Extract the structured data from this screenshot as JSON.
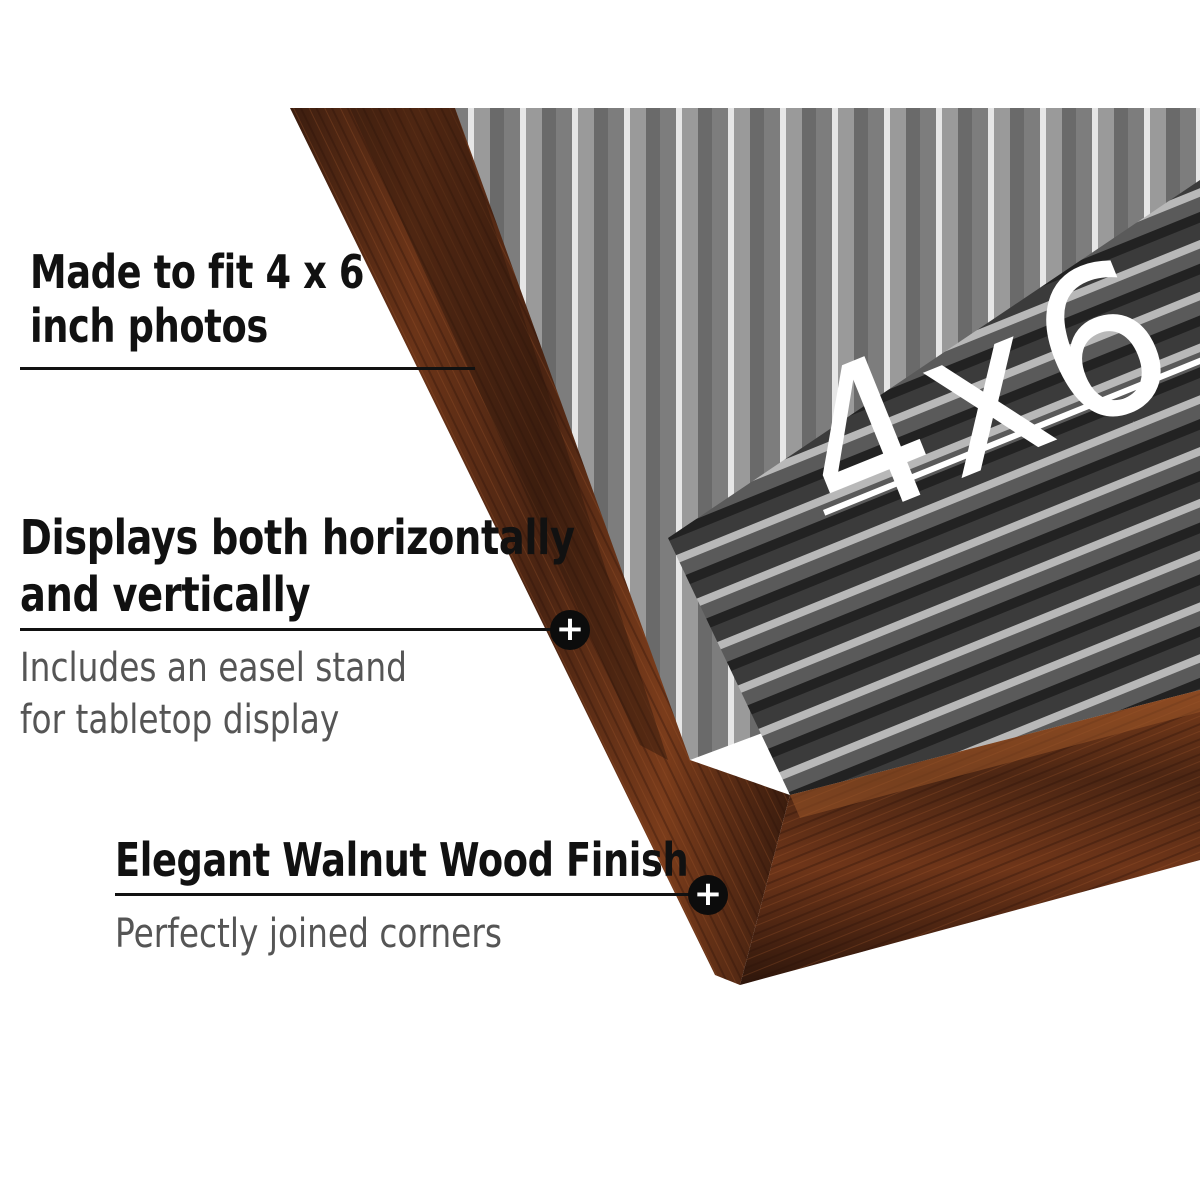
{
  "features": [
    {
      "title_lines": [
        "Made to fit 4 x 6",
        "inch photos"
      ]
    },
    {
      "title_lines": [
        "Displays both horizontally",
        "and vertically"
      ],
      "detail_lines": [
        "Includes an easel stand",
        "for tabletop display"
      ]
    },
    {
      "title_lines": [
        "Elegant Walnut Wood Finish"
      ],
      "detail_lines": [
        "Perfectly joined corners"
      ]
    }
  ],
  "size_mark": "4x6",
  "colors": {
    "text": "#111111",
    "subtext": "#555555",
    "walnut_dark": "#3a1c0e",
    "walnut_mid": "#6b3418",
    "walnut_light": "#8a4a22",
    "mat_gray": "#3a3a3a",
    "slat_light": "#d9d9d9"
  },
  "icons": [
    "plus-marker-icon",
    "plus-marker-icon"
  ]
}
